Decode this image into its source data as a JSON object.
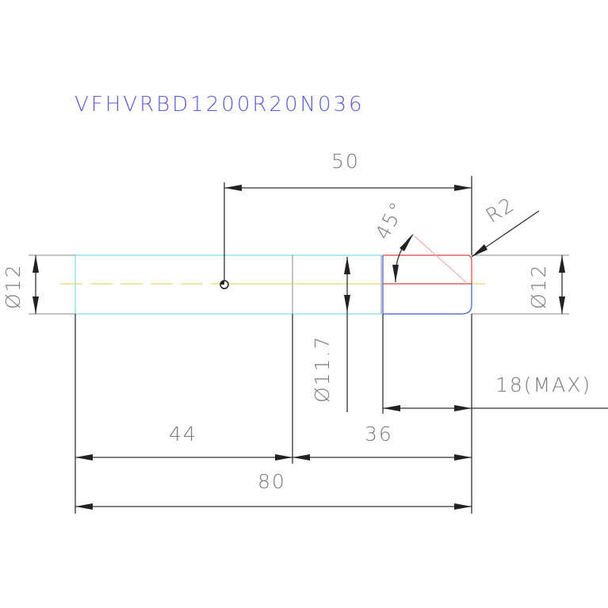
{
  "drawing": {
    "part_number": "VFHVRBD1200R20N036",
    "dimensions": {
      "d_left": "Ø12",
      "d_right": "Ø12",
      "d_neck": "Ø11.7",
      "len_50": "50",
      "len_44": "44",
      "len_36": "36",
      "len_80": "80",
      "len_18": "18(MAX)",
      "angle": "45°",
      "radius": "R2"
    },
    "colors": {
      "title": "#5a5ad8",
      "shank_outline": "#5fd6e4",
      "centerline": "#e8d24a",
      "cutting_edge": "#e04040",
      "cutting_body": "#3b5bd8"
    }
  }
}
